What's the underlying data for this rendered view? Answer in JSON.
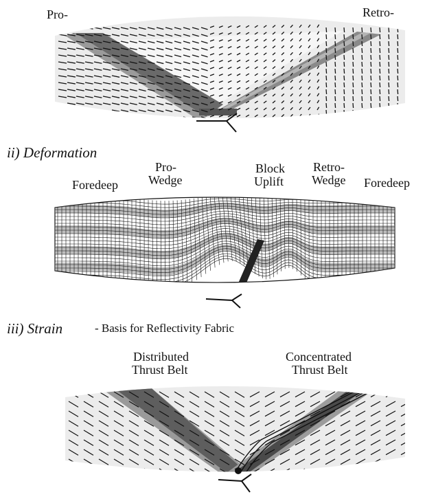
{
  "panel1": {
    "label_pro": "Pro-",
    "label_retro": "Retro-"
  },
  "panel2": {
    "title": "ii) Deformation",
    "labels": {
      "foredeep_left": "Foredeep",
      "pro_wedge_1": "Pro-",
      "pro_wedge_2": "Wedge",
      "block_uplift_1": "Block",
      "block_uplift_2": "Uplift",
      "retro_wedge_1": "Retro-",
      "retro_wedge_2": "Wedge",
      "foredeep_right": "Foredeep"
    }
  },
  "panel3": {
    "title": "iii) Strain",
    "subtitle": "- Basis for Reflectivity Fabric",
    "labels": {
      "distributed_1": "Distributed",
      "distributed_2": "Thrust Belt",
      "concentrated_1": "Concentrated",
      "concentrated_2": "Thrust Belt"
    }
  },
  "colors": {
    "band_dark": "#5e5e5e",
    "band_mid": "#8e8e8e",
    "fill_light": "#e4e4e4",
    "fill_lighter": "#f0f0f0",
    "ink": "#111111"
  }
}
